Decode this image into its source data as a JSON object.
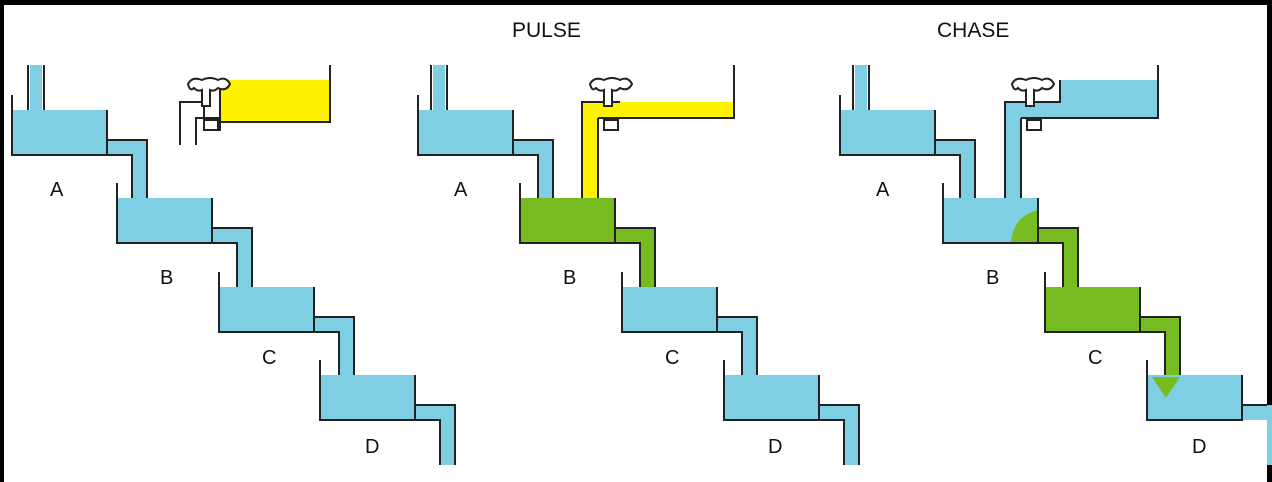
{
  "titles": {
    "pulse": "PULSE",
    "chase": "CHASE"
  },
  "panels": [
    {
      "name": "initial",
      "labels": {
        "a": "A",
        "b": "B",
        "c": "C",
        "d": "D"
      }
    },
    {
      "name": "pulse",
      "labels": {
        "a": "A",
        "b": "B",
        "c": "C",
        "d": "D"
      }
    },
    {
      "name": "chase",
      "labels": {
        "a": "A",
        "b": "B",
        "c": "C",
        "d": "D"
      }
    }
  ],
  "colors": {
    "water": "#7ecfe3",
    "pulse_label": "#fff200",
    "tracked_label": "#76bc21",
    "outline": "#222222"
  },
  "icons": [
    "faucet-icon",
    "flow-arrow-icon"
  ]
}
